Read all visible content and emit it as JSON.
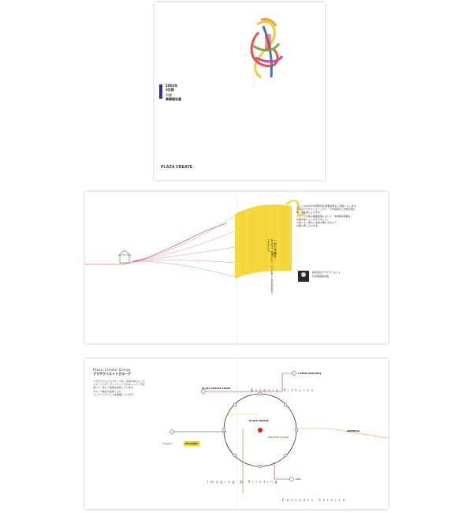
{
  "cover": {
    "year": "2002年",
    "month": "3月期",
    "term": "中間",
    "report": "事業報告書",
    "brand": "PLAZA CREATE",
    "sculpture_colors": [
      "#f2c40f",
      "#e8332a",
      "#1f5fb5",
      "#5aa532",
      "#c42a8b",
      "#f08c1e"
    ]
  },
  "spread1": {
    "vertical_title": "一歩の年輪を",
    "vertical_subtitle": "私たちは、情報の上に、いつも新しい年を刻み続けてきました。",
    "body_lines": [
      "ここに2002年3月期中間の事業報告をご報告いたします。",
      "平素はプラザクリエイトグループを格別のご支援を賜り",
      "厚く御礼申し上げます。",
      "グループ全体の事業推進において、中間期は重要な",
      "基盤を築くことができました。",
      "今後とも一層のご支援を賜りますよう",
      "お願い申し上げます。"
    ],
    "sig_company": "株式会社プラザクリエイト",
    "sig_name": "代表取締役社長"
  },
  "spread2": {
    "group_heading": "Plaza Create Group",
    "group_heading_jp": "プラザクリエイトグループ",
    "body_lines": [
      "プラザクリエイトグループは、写真を中心とした",
      "イメージングとプリンティングのネットワークを",
      "通じて、新しい価値を提供しています。",
      "グループ各社の連携により、",
      "コンテンツサービスを展開しています。"
    ],
    "network_label": "Network Pictures",
    "imaging_label": "Imaging & Printing",
    "contents_label": "Contents Service",
    "nodes": {
      "center": "PLAZA CREATE",
      "palette": "PALETTE PLAZA",
      "lease": "PLAZA CREATE LEASE",
      "cyber": "CYBER GRAPHICS",
      "oriental": "ORIENTAL",
      "lifo": "Lifo",
      "photonet": "PhotoNet",
      "imaging": "Imaging"
    },
    "line_colors": {
      "red": "#e02020",
      "blue": "#1f4fa0",
      "orange": "#f39a1e",
      "green": "#5aa532",
      "yellow": "#f3d21a"
    }
  }
}
